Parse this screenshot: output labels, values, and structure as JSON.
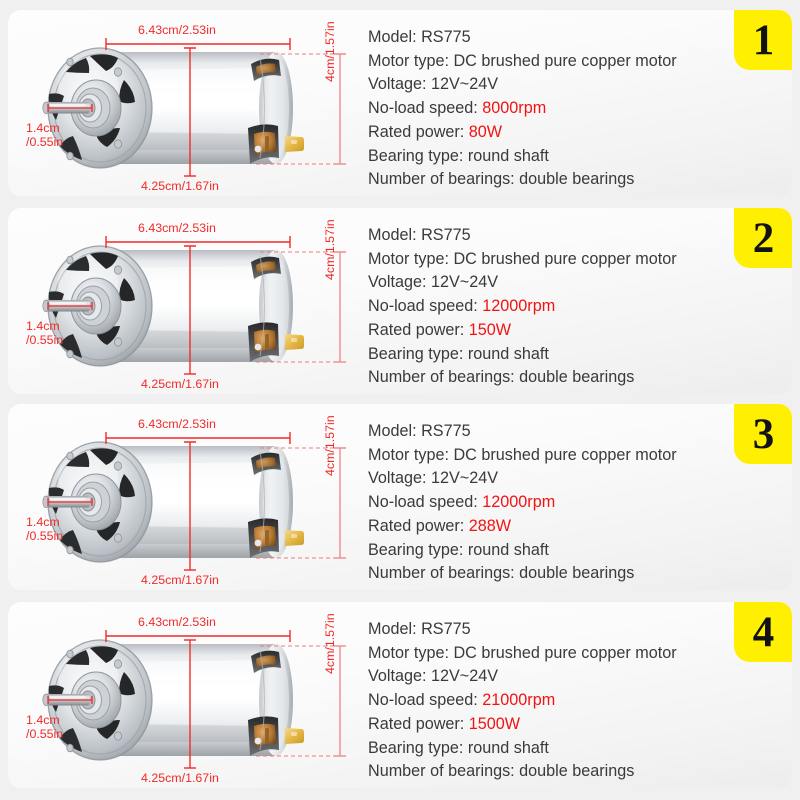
{
  "page": {
    "background_color": "#f0f0f0",
    "panel_background": "#fbfbfb",
    "badge_color": "#ffef00",
    "highlight_color": "#f21313",
    "dimension_color": "#f22a2a"
  },
  "dimensions": {
    "length": "6.43cm/2.53in",
    "body_diameter": "4.25cm/1.67in",
    "shaft": "1.4cm\n/0.55in",
    "shaft_line1": "1.4cm",
    "shaft_line2": "/0.55in",
    "height": "4cm/1.57in"
  },
  "labels": {
    "model": "Model:",
    "motor_type": "Motor type:",
    "voltage": "Voltage:",
    "no_load_speed": "No-load speed:",
    "rated_power": "Rated power:",
    "bearing_type": "Bearing type:",
    "number_of_bearings": "Number of bearings:"
  },
  "panels": [
    {
      "badge": "1",
      "model": "Model: RS775",
      "motor_type": "Motor type: DC brushed pure copper motor",
      "voltage": "Voltage: 12V~24V",
      "speed_label": "No-load speed: ",
      "speed_value": "8000rpm",
      "power_label": "Rated power: ",
      "power_value": "80W",
      "bearing_type": "Bearing type: round shaft",
      "bearings": "Number of bearings: double bearings"
    },
    {
      "badge": "2",
      "model": "Model: RS775",
      "motor_type": "Motor type: DC brushed pure copper motor",
      "voltage": "Voltage: 12V~24V",
      "speed_label": "No-load speed: ",
      "speed_value": "12000rpm",
      "power_label": "Rated power: ",
      "power_value": "150W",
      "bearing_type": "Bearing type: round shaft",
      "bearings": "Number of bearings: double bearings"
    },
    {
      "badge": "3",
      "model": "Model: RS775",
      "motor_type": "Motor type: DC brushed pure copper motor",
      "voltage": "Voltage: 12V~24V",
      "speed_label": "No-load speed: ",
      "speed_value": "12000rpm",
      "power_label": "Rated power: ",
      "power_value": "288W",
      "bearing_type": "Bearing type: round shaft",
      "bearings": "Number of bearings: double bearings"
    },
    {
      "badge": "4",
      "model": "Model: RS775",
      "motor_type": "Motor type: DC brushed pure copper motor",
      "voltage": "Voltage: 12V~24V",
      "speed_label": "No-load speed: ",
      "speed_value": "21000rpm",
      "power_label": "Rated power: ",
      "power_value": "1500W",
      "bearing_type": "Bearing type: round shaft",
      "bearings": "Number of bearings: double bearings"
    }
  ]
}
